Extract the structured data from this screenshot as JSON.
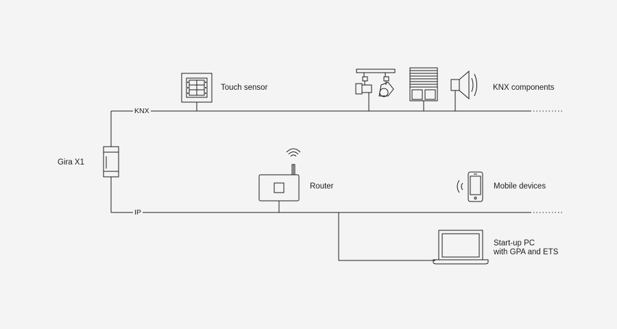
{
  "labels": {
    "gira": "Gira X1",
    "knx_bus": "KNX",
    "ip_bus": "IP",
    "touch_sensor": "Touch sensor",
    "knx_components": "KNX components",
    "router": "Router",
    "mobile_devices": "Mobile devices",
    "startup_pc_line1": "Start-up PC",
    "startup_pc_line2": "with GPA and ETS"
  },
  "colors": {
    "background": "#f4f4f4",
    "line": "#1a1a1a"
  },
  "icons": [
    "gira-x1-device-icon",
    "touch-sensor-icon",
    "spotlight-icon",
    "blinds-icon",
    "speaker-icon",
    "router-icon",
    "wifi-icon",
    "mobile-phone-icon",
    "laptop-icon"
  ]
}
